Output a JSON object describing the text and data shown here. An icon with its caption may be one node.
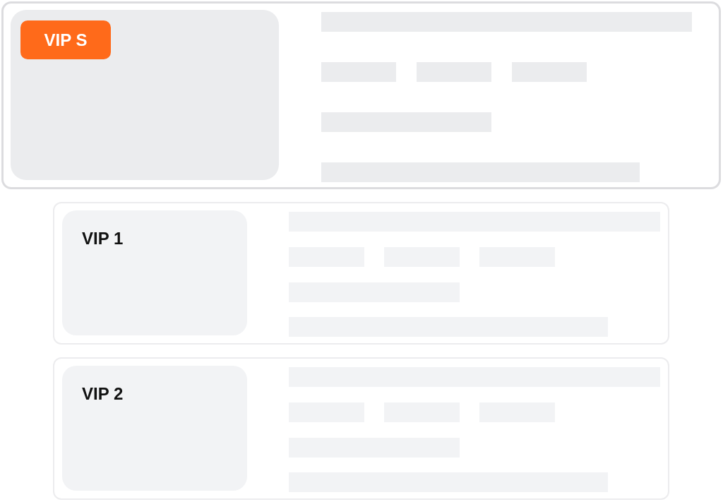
{
  "diagram": {
    "nodes": [
      {
        "text": [],
        "shape": "box"
      },
      {
        "text": [],
        "shape": "box",
        "in": 0
      },
      {
        "text": [
          "VIP S"
        ],
        "in": 1
      },
      {
        "text": [],
        "shape": "box"
      },
      {
        "text": [
          "VIP 1"
        ],
        "in": 3
      },
      {
        "text": [],
        "shape": "box"
      },
      {
        "text": [
          "VIP 2"
        ],
        "in": 5
      }
    ],
    "edges": []
  }
}
